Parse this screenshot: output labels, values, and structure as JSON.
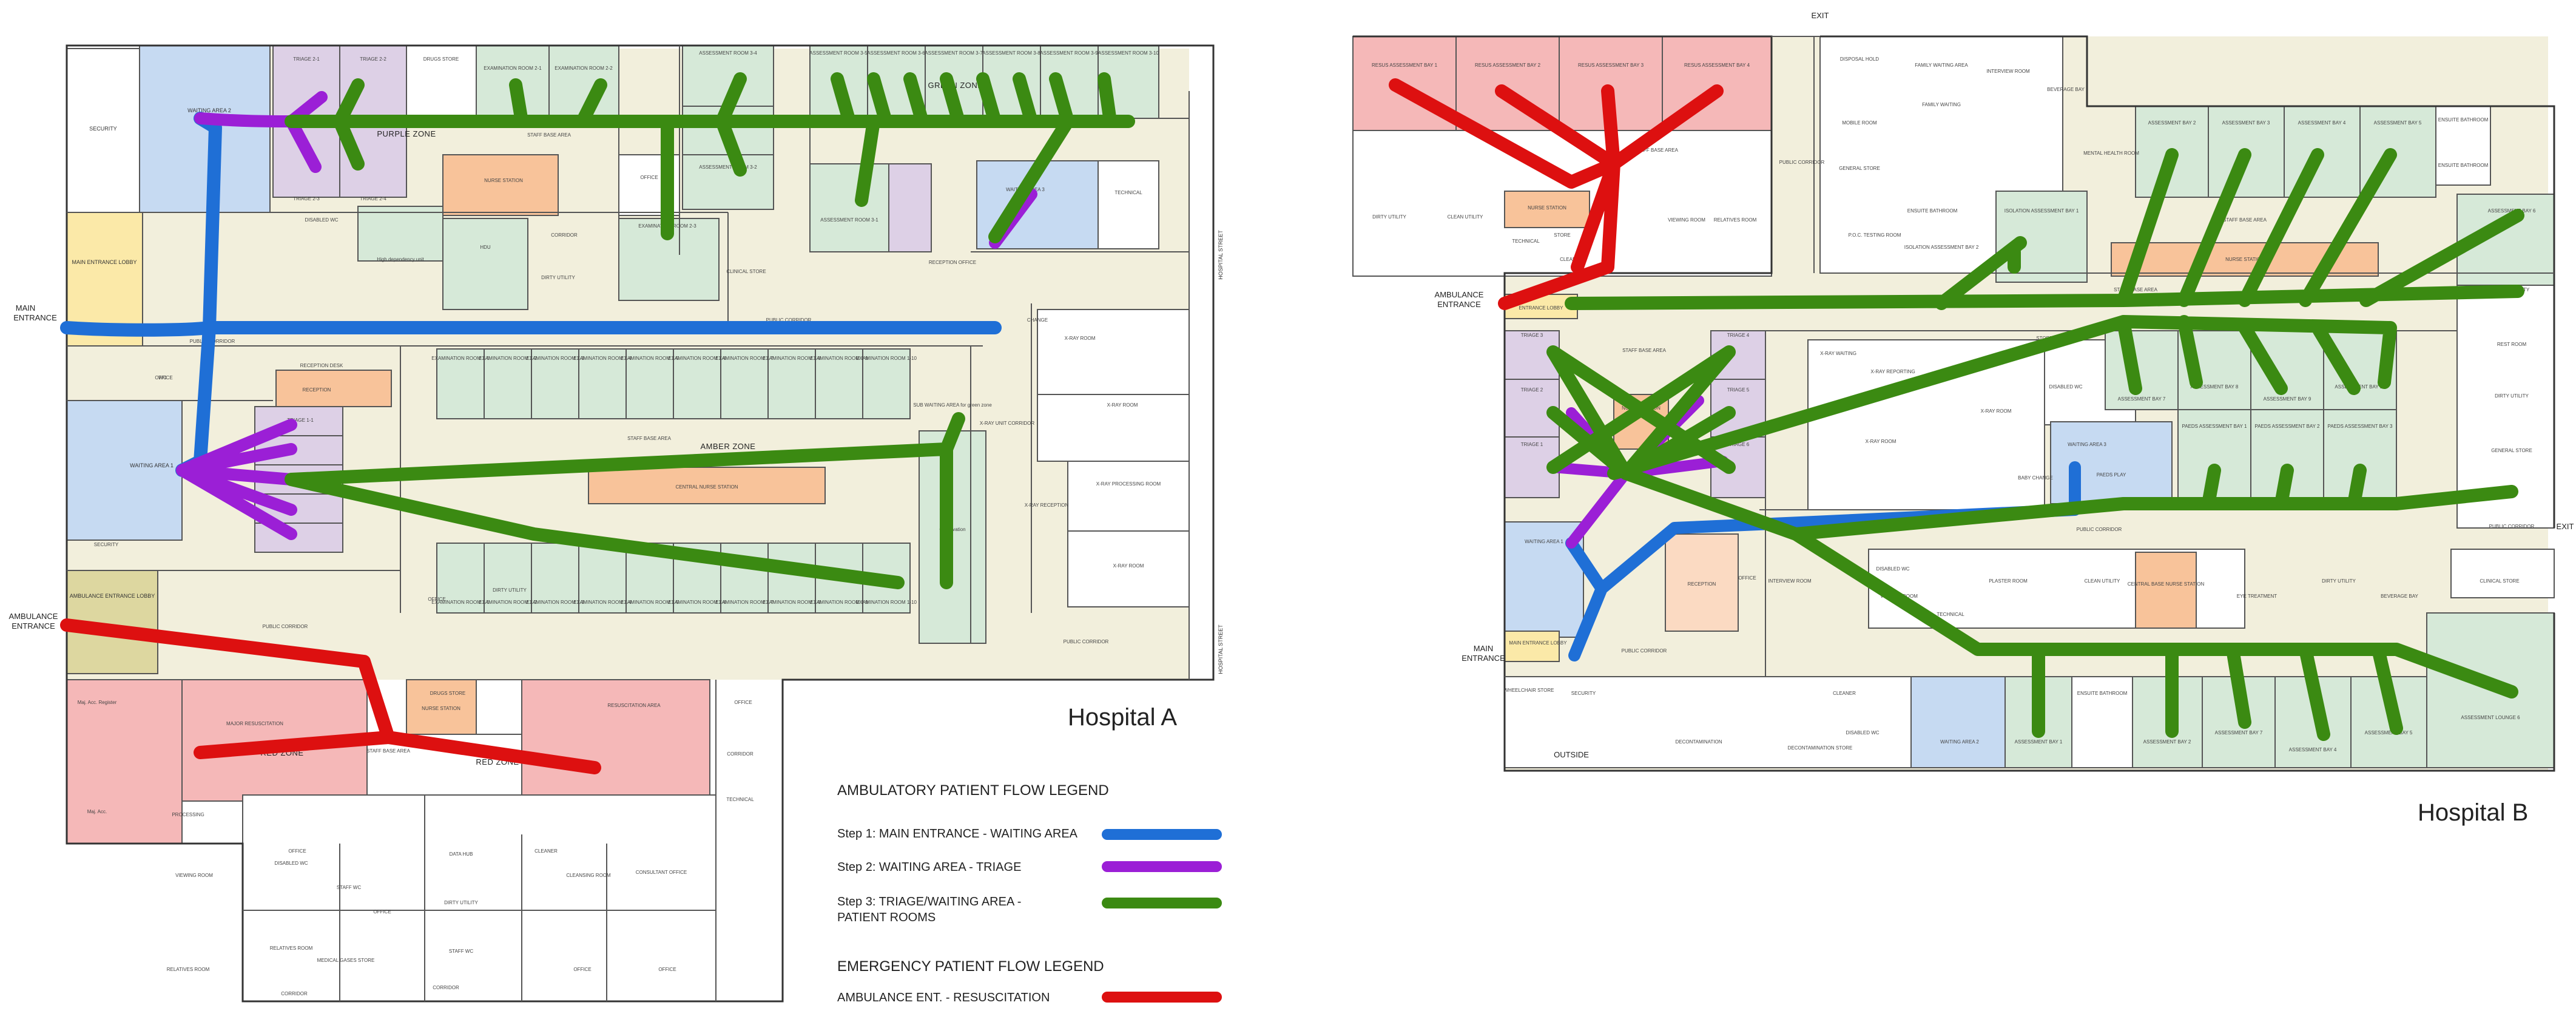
{
  "colors": {
    "blue": "#1f6fd6",
    "purple": "#9b1fd6",
    "green": "#3b8a12",
    "red": "#dd1010",
    "corridor": "#f2efdc",
    "green_zone": "#d6e9d8",
    "purple_zone": "#ddd0e6",
    "red_zone": "#f5b8b8",
    "blue_zone": "#c6daf2",
    "yellow_zone": "#fbe9a8",
    "orange_zone": "#f8c39a",
    "olive_zone": "#ddd7a0",
    "wall": "#333333"
  },
  "hospital_a": {
    "title": "Hospital A",
    "outside": {
      "main_entrance": [
        "MAIN",
        "ENTRANCE"
      ],
      "ambulance_entrance": [
        "AMBULANCE",
        "ENTRANCE"
      ],
      "street_1": "HOSPITAL STREET",
      "street_2": "HOSPITAL STREET"
    },
    "zones": {
      "purple": "PURPLE ZONE",
      "green": "GREEN ZONE",
      "amber": "AMBER ZONE",
      "red_1": "RED ZONE",
      "red_2": "RED ZONE"
    },
    "stations": {
      "central": "CENTRAL NURSE STATION",
      "nurse_1": "NURSE STATION",
      "nurse_2": "NURSE STATION",
      "reception": "RECEPTION"
    },
    "rooms": {
      "security": "SECURITY",
      "waiting_2": "WAITING AREA 2",
      "waiting_1": "WAITING AREA 1",
      "main_lobby": "MAIN ENTRANCE LOBBY",
      "ambulance_lobby": "AMBULANCE ENTRANCE LOBBY",
      "triage_21": "TRIAGE 2-1",
      "triage_22": "TRIAGE 2-2",
      "triage_23": "TRIAGE 2-3",
      "triage_24": "TRIAGE 2-4",
      "triage_11": "TRIAGE 1-1",
      "drugs_store": "DRUGS STORE",
      "drugs_store_2": "DRUGS STORE",
      "exam_21": "EXAMINATION ROOM 2-1",
      "exam_22": "EXAMINATION ROOM 2-2",
      "exam_23": "EXAMINATION ROOM 2-3",
      "staff_base": "STAFF BASE AREA",
      "staff_base_2": "STAFF BASE AREA",
      "staff_base_3": "STAFF BASE AREA",
      "sub_waiting": "SUB WAITING AREA",
      "sub_waiting_green": "SUB WAITING AREA for green zone",
      "assess_34": "ASSESSMENT ROOM 3-4",
      "assess_33": "ASSESSMENT ROOM 3-3",
      "assess_32": "ASSESSMENT ROOM 3-2",
      "assess_31": "ASSESSMENT ROOM 3-1",
      "assess_35": "ASSESSMENT ROOM 3-5",
      "assess_36": "ASSESSMENT ROOM 3-6",
      "assess_37": "ASSESSMENT ROOM 3-7",
      "assess_38": "ASSESSMENT ROOM 3-8",
      "assess_39": "ASSESSMENT ROOM 3-9",
      "assess_310": "ASSESSMENT ROOM 3-10",
      "waiting_3": "WAITING AREA 3",
      "technical": "TECHNICAL",
      "office": "OFFICE",
      "disabled_wc": "DISABLED WC",
      "high_dep": "High dependency unit",
      "hdu": "HDU",
      "corridor": "CORRIDOR",
      "dirty_utility": "DIRTY UTILITY",
      "clinical_store": "CLINICAL STORE",
      "reception_office": "RECEPTION OFFICE",
      "public_corridor": "PUBLIC CORRIDOR",
      "wc": "WC",
      "reception_desk": "RECEPTION DESK",
      "amber_rooms": [
        "EXAMINATION ROOM 1-1",
        "EXAMINATION ROOM 1-2",
        "EXAMINATION ROOM 1-3",
        "EXAMINATION ROOM 1-4",
        "EXAMINATION ROOM 1-5",
        "EXAMINATION ROOM 1-6",
        "EXAMINATION ROOM 1-7",
        "EXAMINATION ROOM 1-8",
        "EXAMINATION ROOM 1-9",
        "EXAMINATION ROOM 1-10"
      ],
      "xray_1": "X-RAY ROOM",
      "xray_2": "X-RAY ROOM",
      "xray_3": "X-RAY ROOM",
      "xray_4": "X-RAY ROOM",
      "xray_unit": "X-RAY UNIT CORRIDOR",
      "xray_reception": "X-RAY RECEPTION",
      "xray_processing": "X-RAY PROCESSING ROOM",
      "change": "CHANGE",
      "observation": "Observation",
      "major_resus": "MAJOR RESUSCITATION",
      "maj_acc_register": "Maj. Acc. Register",
      "maj_acc": "Maj. Acc.",
      "processing": "PROCESSING",
      "viewing": "VIEWING ROOM",
      "relatives": "RELATIVES ROOM",
      "staff_wc": "STAFF WC",
      "medical_gases": "MEDICAL GASES STORE",
      "resuscitation_area": "RESUSCITATION AREA",
      "data_hub": "DATA HUB",
      "cleaner": "CLEANER",
      "consultant": "CONSULTANT OFFICE",
      "cleansing": "CLEANSING ROOM"
    }
  },
  "hospital_b": {
    "title": "Hospital B",
    "outside": {
      "main_entrance": [
        "MAIN",
        "ENTRANCE"
      ],
      "ambulance_entrance": [
        "AMBULANCE",
        "ENTRANCE"
      ],
      "exit_top": "EXIT",
      "exit_right": "EXIT",
      "outside": "OUTSIDE"
    },
    "stations": {
      "nurse_1": "NURSE STATION",
      "nurse_2": "NURSE STATION",
      "nurse_3": "NURSE STATION",
      "central": "CENTRAL BASE NURSE STATION",
      "reception": "RECEPTION"
    },
    "rooms": {
      "resus_1": "RESUS ASSESSMENT BAY 1",
      "resus_2": "RESUS ASSESSMENT BAY 2",
      "resus_3": "RESUS ASSESSMENT BAY 3",
      "resus_4": "RESUS ASSESSMENT BAY 4",
      "disposal_hold": "DISPOSAL HOLD",
      "family_waiting_area": "FAMILY WAITING AREA",
      "family_waiting": "FAMILY WAITING",
      "interview_room": "INTERVIEW ROOM",
      "beverage_bay": "BEVERAGE BAY",
      "mobile_room": "MOBILE ROOM",
      "general_store": "GENERAL STORE",
      "poc": "P.O.C. TESTING ROOM",
      "public_corridor": "PUBLIC CORRIDOR",
      "mental_health": "MENTAL HEALTH ROOM",
      "staff_base": "STAFF BASE AREA",
      "staff_base_2": "STAFF BASE AREA",
      "staff_base_3": "STAFF BASE AREA",
      "dirty_utility": "DIRTY UTILITY",
      "clean_utility": "CLEAN UTILITY",
      "technical": "TECHNICAL",
      "store": "STORE",
      "cleaner": "CLEANER",
      "entrance_lobby": "ENTRANCE LOBBY",
      "viewing": "VIEWING ROOM",
      "relatives": "RELATIVES ROOM",
      "ensuite_bathroom": "ENSUITE BATHROOM",
      "isolation_1": "ISOLATION ASSESSMENT BAY 1",
      "isolation_2": "ISOLATION ASSESSMENT BAY 2",
      "bays_top": [
        "ASSESSMENT BAY 2",
        "ASSESSMENT BAY 3",
        "ASSESSMENT BAY 4",
        "ASSESSMENT BAY 5"
      ],
      "assess_6": "ASSESSMENT BAY 6",
      "nurse_central_top": "NURSE STATION",
      "triage_1": "TRIAGE 1",
      "triage_2": "TRIAGE 2",
      "triage_3": "TRIAGE 3",
      "triage_4": "TRIAGE 4",
      "triage_5": "TRIAGE 5",
      "triage_6": "TRIAGE 6",
      "xray_waiting": "X-RAY WAITING",
      "xray_reporting": "X-RAY REPORTING",
      "xray_room_1": "X-RAY ROOM",
      "xray_room_2": "X-RAY ROOM",
      "disabled_wc": "DISABLED WC",
      "baby_change": "BABY CHANGE",
      "bays_mid": [
        "ASSESSMENT BAY 7",
        "ASSESSMENT BAY 8",
        "ASSESSMENT BAY 9",
        "ASSESSMENT BAY 10"
      ],
      "waiting_3": "WAITING AREA 3",
      "paeds_play": "PAEDS PLAY",
      "paeds": [
        "PAEDS ASSESSMENT BAY 1",
        "PAEDS ASSESSMENT BAY 2",
        "PAEDS ASSESSMENT BAY 3"
      ],
      "waiting_1": "WAITING AREA 1",
      "waiting_2": "WAITING AREA 2",
      "plaster": "PLASTER ROOM",
      "eye": "EYE TREATMENT",
      "clinical_store": "CLINICAL STORE",
      "security": "SECURITY",
      "decontamination": "DECONTAMINATION",
      "decontamination_store": "DECONTAMINATION STORE",
      "wheelchair": "WHEELCHAIR STORE",
      "main_lobby": "MAIN ENTRANCE LOBBY",
      "office": "OFFICE",
      "bays_bottom": [
        "ASSESSMENT BAY 1",
        "ASSESSMENT BAY 2",
        "ASSESSMENT BAY 7",
        "ASSESSMENT BAY 4",
        "ASSESSMENT BAY 5"
      ],
      "lounge": "ASSESSMENT LOUNGE 6",
      "rest_room": "REST ROOM",
      "interview_2": "INTERVIEW ROOM"
    }
  },
  "legend": {
    "ambulatory_title": "AMBULATORY PATIENT FLOW LEGEND",
    "step1": "Step 1: MAIN ENTRANCE - WAITING AREA",
    "step2": "Step 2: WAITING AREA - TRIAGE",
    "step3_line1": "Step 3: TRIAGE/WAITING AREA -",
    "step3_line2": "PATIENT ROOMS",
    "emergency_title": "EMERGENCY PATIENT FLOW LEGEND",
    "emergency1": "AMBULANCE ENT. - RESUSCITATION"
  }
}
